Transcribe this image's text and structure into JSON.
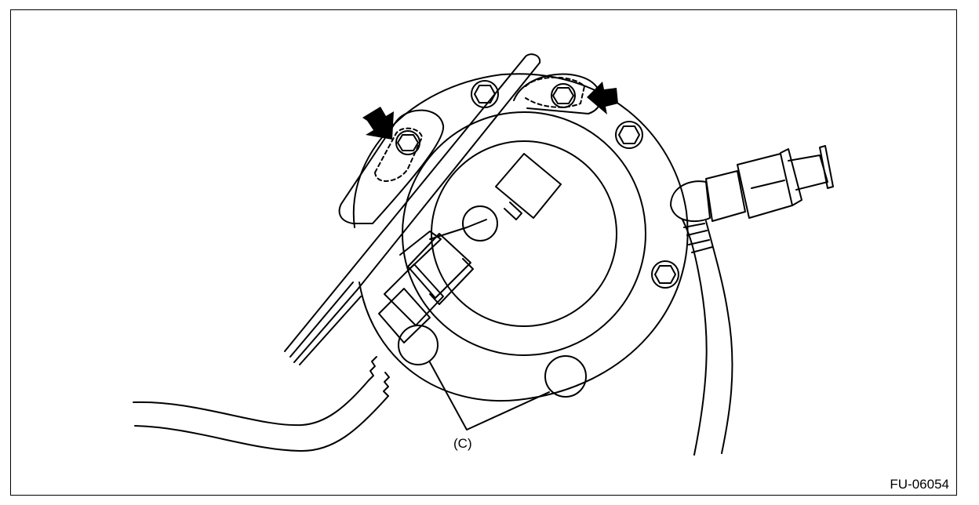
{
  "figure": {
    "callout_label": "(C)",
    "figure_id": "FU-06054"
  },
  "icons": {
    "arrow_left_upper": "arrow-pointing-down-right",
    "arrow_right_upper": "arrow-pointing-left",
    "bolt": "hex-bolt",
    "nut": "hex-nut"
  }
}
